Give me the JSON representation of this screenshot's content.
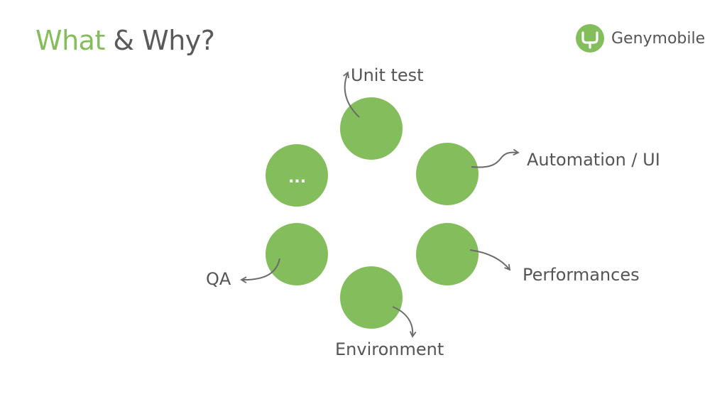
{
  "title": {
    "accent": "What",
    "rest": " & Why?"
  },
  "logo": {
    "text": "Genymobile"
  },
  "colors": {
    "accent": "#84be5c",
    "text": "#555555",
    "arrow": "#6b6b6b"
  },
  "icons": {
    "logo": "genymobile-logo-icon"
  },
  "diagram": {
    "nodes": [
      {
        "label": "Unit test"
      },
      {
        "label": "Automation / UI"
      },
      {
        "label": "Performances"
      },
      {
        "label": "Environment"
      },
      {
        "label": "QA"
      },
      {
        "label": "..."
      }
    ]
  }
}
